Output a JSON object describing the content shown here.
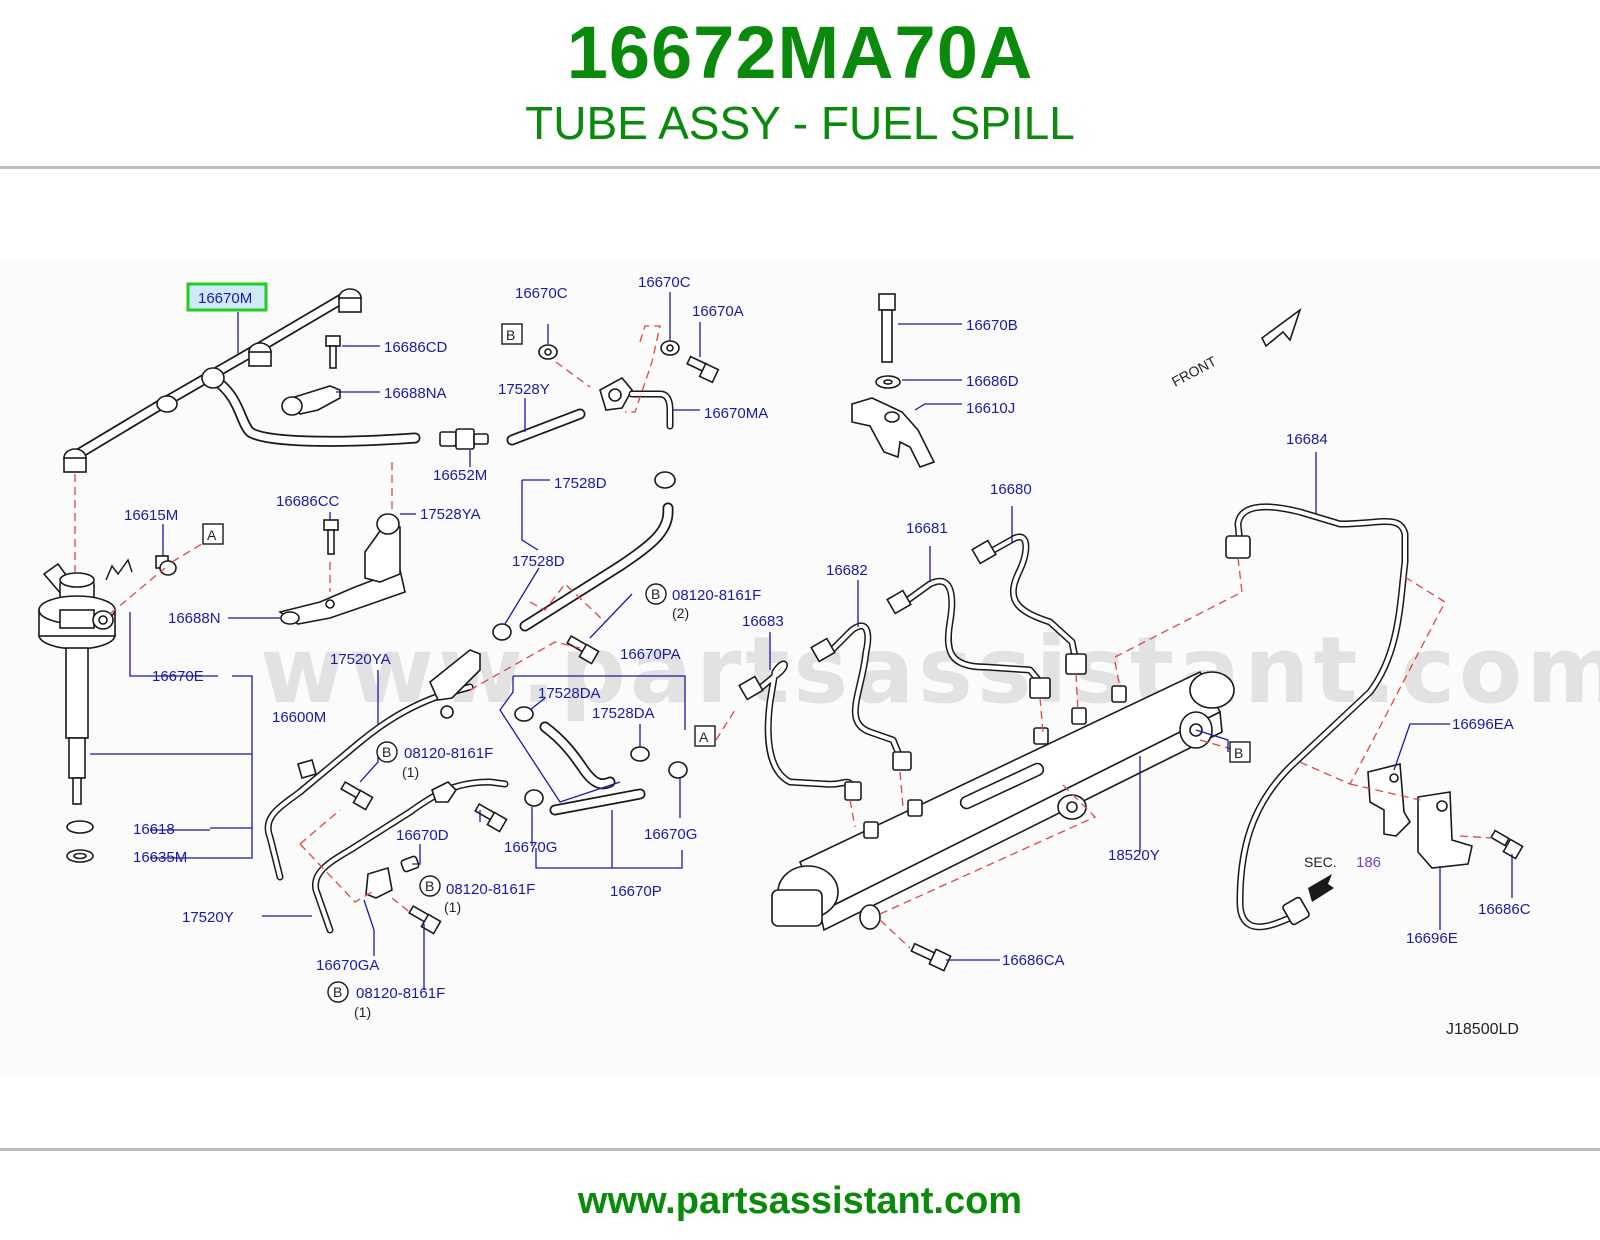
{
  "header": {
    "part_number": "16672MA70A",
    "part_name": "TUBE ASSY - FUEL SPILL"
  },
  "diagram": {
    "watermark": "www.partsassistant.com",
    "highlighted_part": "16670M",
    "front_label": "FRONT",
    "diagram_code": "J18500LD",
    "section_ref": {
      "label": "SEC.",
      "number": "186"
    },
    "callouts": {
      "ref_A": "A",
      "ref_B": "B"
    },
    "labels": [
      "16670M",
      "16686CD",
      "16688NA",
      "16652M",
      "16670C",
      "16670C",
      "16670A",
      "17528Y",
      "16670MA",
      "16670B",
      "16686D",
      "16610J",
      "16615M",
      "16686CC",
      "17528YA",
      "17528D",
      "17528D",
      "16688N",
      "08120-8161F",
      "(2)",
      "16670E",
      "17520YA",
      "16670PA",
      "17528DA",
      "17528DA",
      "16683",
      "16682",
      "16681",
      "16680",
      "16684",
      "16600M",
      "08120-8161F",
      "(1)",
      "16618",
      "16635M",
      "16670G",
      "16670G",
      "16670D",
      "16670P",
      "08120-8161F",
      "(1)",
      "17520Y",
      "16670GA",
      "08120-8161F",
      "(1)",
      "18520Y",
      "16686CA",
      "16696EA",
      "16696E",
      "16686C"
    ]
  },
  "footer": {
    "url": "www.partsassistant.com"
  },
  "colors": {
    "title_green": "#0a8a0a",
    "label_blue": "#1a1aa6",
    "dash_red": "#e04545",
    "highlight_green": "#22cc22",
    "highlight_fill": "#cfe9f6"
  }
}
